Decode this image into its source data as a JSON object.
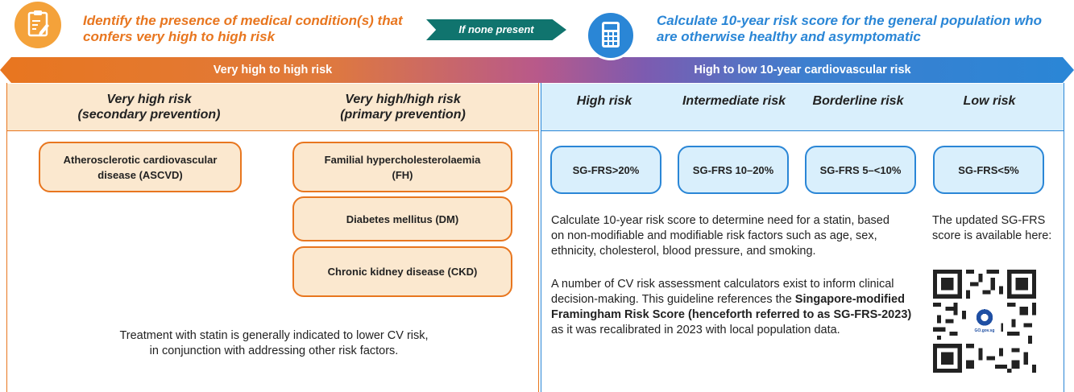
{
  "header": {
    "left_text": "Identify the presence of medical condition(s) that confers very high to high risk",
    "arrow_text": "If none present",
    "right_text": "Calculate 10-year risk score for the general population who are otherwise healthy and asymptomatic",
    "colors": {
      "orange": "#e8761f",
      "blue": "#2a86d6",
      "teal": "#10746e"
    }
  },
  "banner": {
    "left_label": "Very high to high risk",
    "right_label": "High to low 10-year cardiovascular risk"
  },
  "left_panel": {
    "col1_head_l1": "Very high risk",
    "col1_head_l2": "(secondary prevention)",
    "col2_head_l1": "Very high/high risk",
    "col2_head_l2": "(primary prevention)",
    "col1_box": "Atherosclerotic cardiovascular disease (ASCVD)",
    "col2_boxes": [
      "Familial hypercholesterolaemia (FH)",
      "Diabetes mellitus (DM)",
      "Chronic kidney disease (CKD)"
    ],
    "treatment_l1": "Treatment with statin is generally indicated to lower CV risk,",
    "treatment_l2": "in conjunction with addressing other risk factors."
  },
  "right_panel": {
    "heads": [
      "High risk",
      "Intermediate risk",
      "Borderline risk",
      "Low risk"
    ],
    "boxes": [
      "SG-FRS>20%",
      "SG-FRS 10–20%",
      "SG-FRS 5–<10%",
      "SG-FRS<5%"
    ],
    "para1": "Calculate 10-year risk score to determine need for a statin, based on non-modifiable and modifiable risk factors such as age, sex, ethnicity, cholesterol, blood pressure, and smoking.",
    "para2_pre": "A number of CV risk assessment calculators exist to inform clinical decision-making. This guideline references the ",
    "para2_bold": "Singapore-modified Framingham Risk Score (henceforth referred to as SG-FRS-2023)",
    "para2_post": " as it was recalibrated in 2023 with local population data.",
    "qr_caption": "The updated SG-FRS score is available here:",
    "qr_logo_text": "GO.gov.sg"
  }
}
